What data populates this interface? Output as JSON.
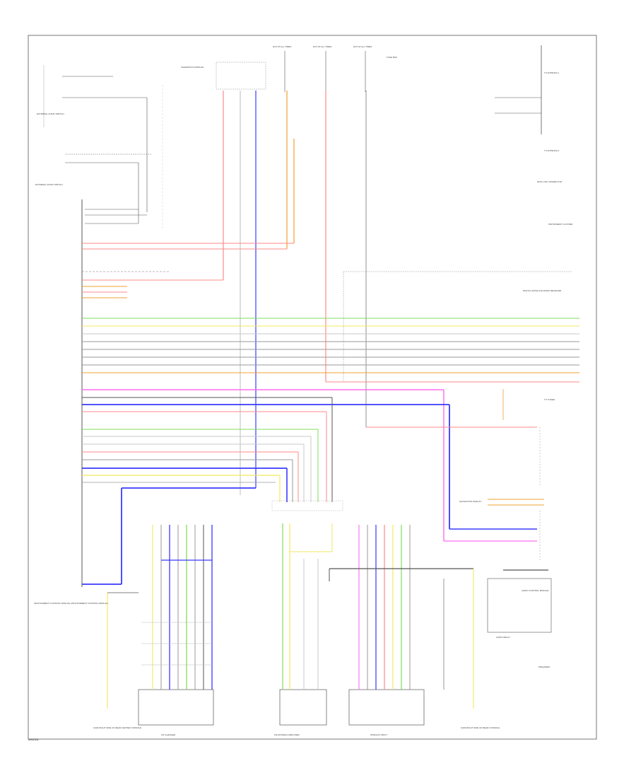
{
  "page": {
    "code": "W92301",
    "background": "#ffffff",
    "frame_color": "#555555"
  },
  "colors": {
    "red": "#ff8a8a",
    "orange": "#f0a030",
    "blue": "#3a3aff",
    "green": "#7fdd5a",
    "yellow": "#f2e860",
    "pink": "#ff6cf0",
    "gray": "#9a9a9a",
    "dark": "#555555",
    "light": "#d0d0d0",
    "brown": "#b08040"
  },
  "top_fuses": [
    {
      "label": "HOT AT ALL TIMES"
    },
    {
      "label": "HOT AT ALL TIMES"
    },
    {
      "label": "HOT AT ALL TIMES"
    }
  ],
  "modules": {
    "infotainment_control": "INFOTAINMENT CONTROL MODULE (INFOTAINMENT CONTROL MODULE)",
    "telematics": "TELEMATICS MODULE",
    "cd_changer": "CD CHANGER",
    "antenna_amp": "FM ANTENNA AMPLIFIER",
    "ipod": "IPOD/AUX INPUT",
    "digital_satellite": "DIGITAL SATELLITE RADIO RECEIVER",
    "tv_tuner": "TV TUNER",
    "navigation": "NAVIGATION DISPLAY",
    "speakers": "SPEAKERS",
    "audio_control": "AUDIO CONTROL MODULE"
  },
  "notes": {
    "ground_left": "G404 RIGHT SIDE OF REAR CENTER CONSOLE",
    "ground_right": "G403 RIGHT SIDE OF REAR CONSOLE",
    "switch_a": "EXTERNAL AUDIO SWITCH",
    "switch_b": "EXTERNAL AUDIO SWITCH",
    "top_right_1": "TV ANTENNA 1",
    "top_right_2": "TV ANTENNA 2",
    "right_info": "DATA LINK CONNECTOR",
    "right_info_b": "INSTRUMENT CLUSTER",
    "fuse_box_note": "FUSE BOX",
    "relay_note": "AUDIO RELAY"
  }
}
